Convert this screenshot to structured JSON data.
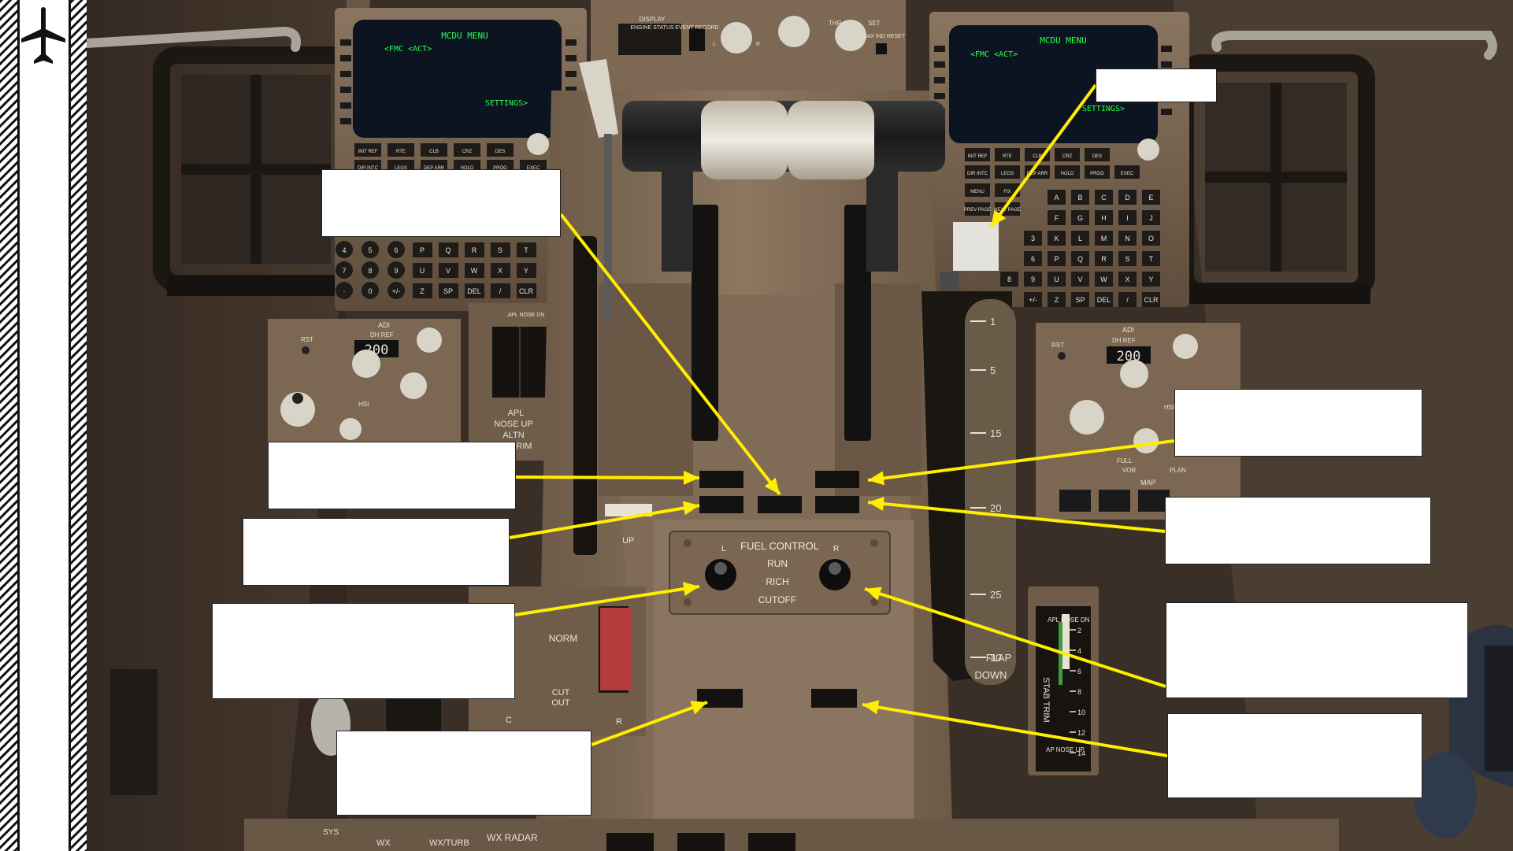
{
  "colors": {
    "accent": "#ffee00",
    "panel": "#7a6651",
    "lcd_text": "#2cff4a",
    "label_box": "#ffffff"
  },
  "sidebar": {
    "icon": "airplane-icon"
  },
  "cdu_left": {
    "screen_title": "MCDU MENU",
    "screen_line1": "<FMC  <ACT>",
    "screen_line2": "SETTINGS>",
    "keys_row1": [
      "INIT REF",
      "RTE",
      "CLB",
      "CRZ",
      "DES"
    ],
    "keys_row2": [
      "DIR INTC",
      "LEGS",
      "DEP ARR",
      "HOLD",
      "PROG",
      "EXEC"
    ],
    "keypad": [
      [
        "4",
        "5",
        "6",
        "P",
        "Q",
        "R",
        "S",
        "T"
      ],
      [
        "7",
        "8",
        "9",
        "U",
        "V",
        "W",
        "X",
        "Y"
      ],
      [
        "·",
        "0",
        "+/-",
        "Z",
        "SP",
        "DEL",
        "/",
        "CLR"
      ]
    ]
  },
  "cdu_right": {
    "screen_title": "MCDU MENU",
    "screen_line1": "<FMC  <ACT>",
    "screen_line2": "SETTINGS>",
    "keys_row1": [
      "INIT REF",
      "RTE",
      "CLB",
      "CRZ",
      "DES"
    ],
    "keys_row2": [
      "DIR INTC",
      "LEGS",
      "DEP ARR",
      "HOLD",
      "PROG",
      "EXEC"
    ],
    "keys_row3": [
      "MENU",
      "FIX"
    ],
    "keys_row4": [
      "PREV PAGE",
      "NEXT PAGE"
    ],
    "letters": [
      [
        "A",
        "B",
        "C",
        "D",
        "E"
      ],
      [
        "F",
        "G",
        "H",
        "I",
        "J"
      ],
      [
        "3",
        "K",
        "L",
        "M",
        "N",
        "O"
      ],
      [
        "6",
        "P",
        "Q",
        "R",
        "S",
        "T"
      ],
      [
        "8",
        "9",
        "U",
        "V",
        "W",
        "X",
        "Y"
      ],
      [
        "+/-",
        "Z",
        "SP",
        "DEL",
        "/",
        "CLR"
      ]
    ]
  },
  "glareshield": {
    "display": "DISPLAY",
    "engine_status": "ENGINE STATUS",
    "event_record": "EVENT RECORD",
    "chrono_l": "L",
    "chrono_r": "R",
    "thr_label": "THR",
    "set_label": "SET",
    "max_ind_reset": "MAX IND RESET"
  },
  "adi_left": {
    "title": "ADI",
    "sub": "DH  REF",
    "value": "200",
    "rst": "RST",
    "hsi": "HSI"
  },
  "adi_right": {
    "title": "ADI",
    "sub": "DH  REF",
    "value": "200",
    "rst": "RST",
    "hsi": "HSI",
    "map": "MAP",
    "plan": "PLAN",
    "full": "FULL",
    "vor": "VOR"
  },
  "apl_left": {
    "apl_nose_dn": "APL NOSE DN",
    "apl": "APL",
    "nose_up": "NOSE UP",
    "altn": "ALTN",
    "trim": "TRIM"
  },
  "fuel_control": {
    "title": "FUEL CONTROL",
    "left": "L",
    "right": "R",
    "run": "RUN",
    "rich": "RICH",
    "cutoff": "CUTOFF"
  },
  "flaps": {
    "up": "UP",
    "detents": [
      "1",
      "5",
      "15",
      "20",
      "25"
    ],
    "down": "30",
    "flap": "FLAP",
    "down_label": "DOWN"
  },
  "stab_trim": {
    "apl_nose_dn": "APL NOSE DN",
    "label": "STAB TRIM",
    "nose_up": "AP NOSE UP",
    "scale": [
      "2",
      "4",
      "6",
      "8",
      "10",
      "12",
      "14"
    ]
  },
  "lower_left": {
    "norm": "NORM",
    "cut": "CUT",
    "out": "OUT",
    "c": "C",
    "r": "R"
  },
  "bottom_bar": {
    "sys": "SYS",
    "wx": "WX",
    "wx_turb": "WX/TURB",
    "wx_radar": "WX RADAR"
  }
}
